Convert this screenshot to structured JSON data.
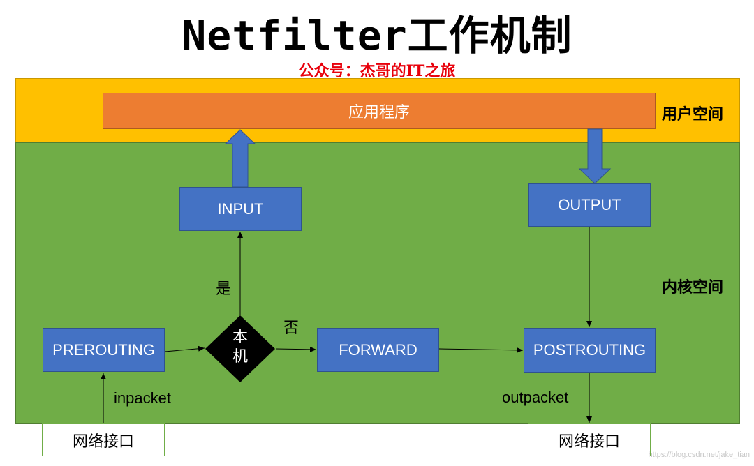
{
  "title": "Netfilter工作机制",
  "subtitle": "公众号：杰哥的IT之旅",
  "spaces": {
    "user": "用户空间",
    "kernel": "内核空间"
  },
  "app": "应用程序",
  "chains": {
    "input": "INPUT",
    "output": "OUTPUT",
    "prerouting": "PREROUTING",
    "forward": "FORWARD",
    "postrouting": "POSTROUTING"
  },
  "decision": {
    "line1": "本",
    "line2": "机",
    "yes": "是",
    "no": "否"
  },
  "packets": {
    "in": "inpacket",
    "out": "outpacket"
  },
  "interfaces": {
    "left": "网络接口",
    "right": "网络接口"
  },
  "watermark": "https://blog.csdn.net/jake_tian",
  "colors": {
    "user_space": "#ffc000",
    "kernel_space": "#70ad47",
    "app": "#ed7d31",
    "chain": "#4472c4",
    "subtitle": "#e8000b"
  }
}
